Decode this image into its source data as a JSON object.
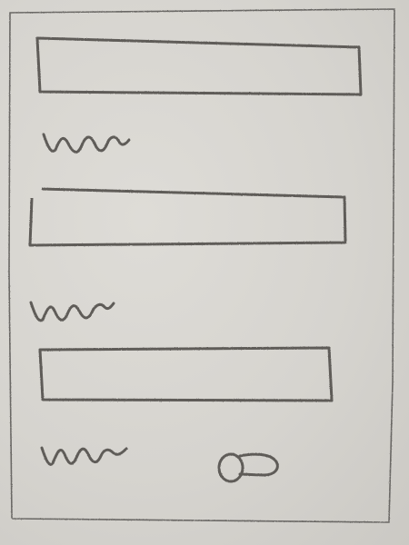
{
  "form": {
    "fields": [
      {
        "kind": "text-input-placeholder",
        "label": "",
        "value": ""
      },
      {
        "kind": "text-input-placeholder",
        "label": "",
        "value": ""
      },
      {
        "kind": "text-input-placeholder",
        "label": "",
        "value": ""
      }
    ],
    "toggle": {
      "kind": "toggle-switch",
      "state": "off"
    }
  },
  "style": {
    "paper": "#d9d7d2",
    "pencil": "#5e5c59"
  }
}
